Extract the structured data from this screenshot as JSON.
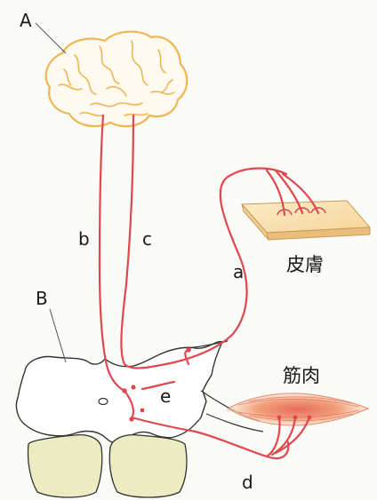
{
  "labels": {
    "A": "A",
    "B": "B",
    "a": "a",
    "b": "b",
    "c": "c",
    "d": "d",
    "e": "e",
    "skin": "皮膚",
    "muscle": "筋肉"
  },
  "colors": {
    "nerve": "#e0474f",
    "brain": "#f0b550",
    "gray_matter": "#ecebc2",
    "outline": "#333333"
  }
}
